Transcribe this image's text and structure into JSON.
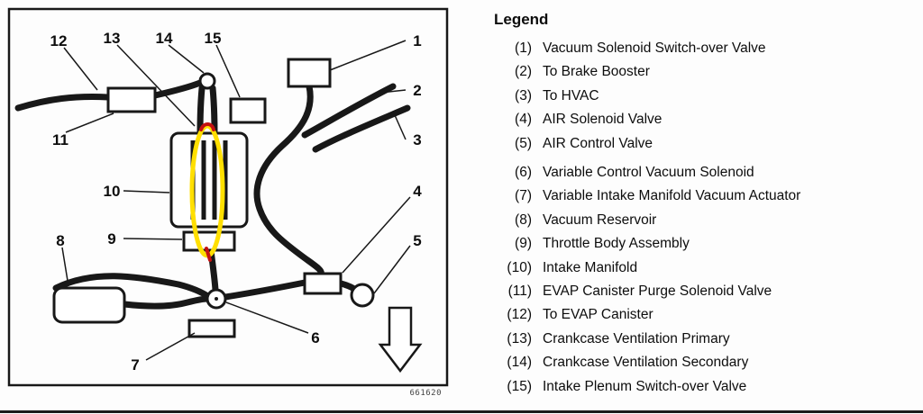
{
  "page": {
    "figure_code": "661620"
  },
  "diagram": {
    "highlight_color": "#ffdf00",
    "mark_color": "#c41111",
    "callouts": {
      "c1": "1",
      "c2": "2",
      "c3": "3",
      "c4": "4",
      "c5": "5",
      "c6": "6",
      "c7": "7",
      "c8": "8",
      "c9": "9",
      "c10": "10",
      "c11": "11",
      "c12": "12",
      "c13": "13",
      "c14": "14",
      "c15": "15"
    }
  },
  "legend": {
    "title": "Legend",
    "items": [
      {
        "num": "(1)",
        "label": "Vacuum Solenoid Switch-over Valve"
      },
      {
        "num": "(2)",
        "label": "To Brake Booster"
      },
      {
        "num": "(3)",
        "label": "To HVAC"
      },
      {
        "num": "(4)",
        "label": "AIR Solenoid Valve"
      },
      {
        "num": "(5)",
        "label": "AIR Control Valve"
      },
      {
        "num": "(6)",
        "label": "Variable Control Vacuum Solenoid"
      },
      {
        "num": "(7)",
        "label": "Variable Intake Manifold Vacuum Actuator"
      },
      {
        "num": "(8)",
        "label": "Vacuum Reservoir"
      },
      {
        "num": "(9)",
        "label": "Throttle Body Assembly"
      },
      {
        "num": "(10)",
        "label": "Intake Manifold"
      },
      {
        "num": "(11)",
        "label": "EVAP Canister Purge Solenoid Valve"
      },
      {
        "num": "(12)",
        "label": "To EVAP Canister"
      },
      {
        "num": "(13)",
        "label": "Crankcase Ventilation Primary"
      },
      {
        "num": "(14)",
        "label": "Crankcase Ventilation Secondary"
      },
      {
        "num": "(15)",
        "label": "Intake Plenum Switch-over Valve"
      }
    ]
  }
}
